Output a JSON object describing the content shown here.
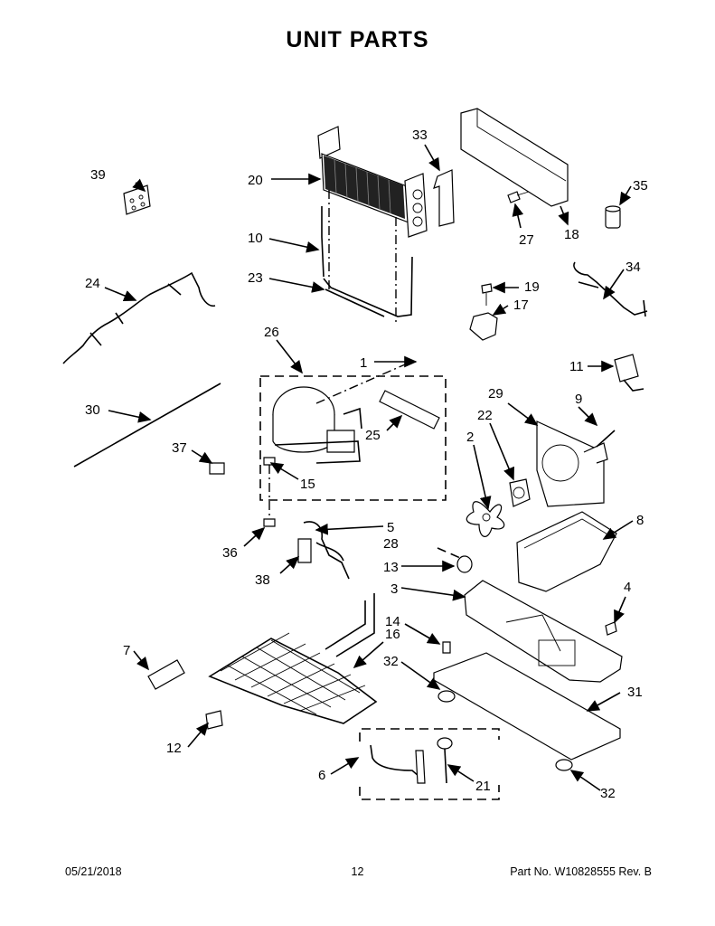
{
  "title": "UNIT PARTS",
  "callouts": {
    "c1": "1",
    "c2": "2",
    "c3": "3",
    "c4": "4",
    "c5": "5",
    "c6": "6",
    "c7": "7",
    "c8": "8",
    "c9": "9",
    "c10": "10",
    "c11": "11",
    "c12": "12",
    "c13": "13",
    "c14": "14",
    "c15": "15",
    "c16": "16",
    "c17": "17",
    "c18": "18",
    "c19": "19",
    "c20": "20",
    "c21": "21",
    "c22": "22",
    "c23": "23",
    "c24": "24",
    "c25": "25",
    "c26": "26",
    "c27": "27",
    "c28": "28",
    "c29": "29",
    "c30": "30",
    "c31": "31",
    "c32a": "32",
    "c32b": "32",
    "c33": "33",
    "c34": "34",
    "c35": "35",
    "c36": "36",
    "c37": "37",
    "c38": "38",
    "c39": "39"
  },
  "footer": {
    "date": "05/21/2018",
    "page": "12",
    "part_number": "Part No.  W10828555  Rev.  B"
  }
}
